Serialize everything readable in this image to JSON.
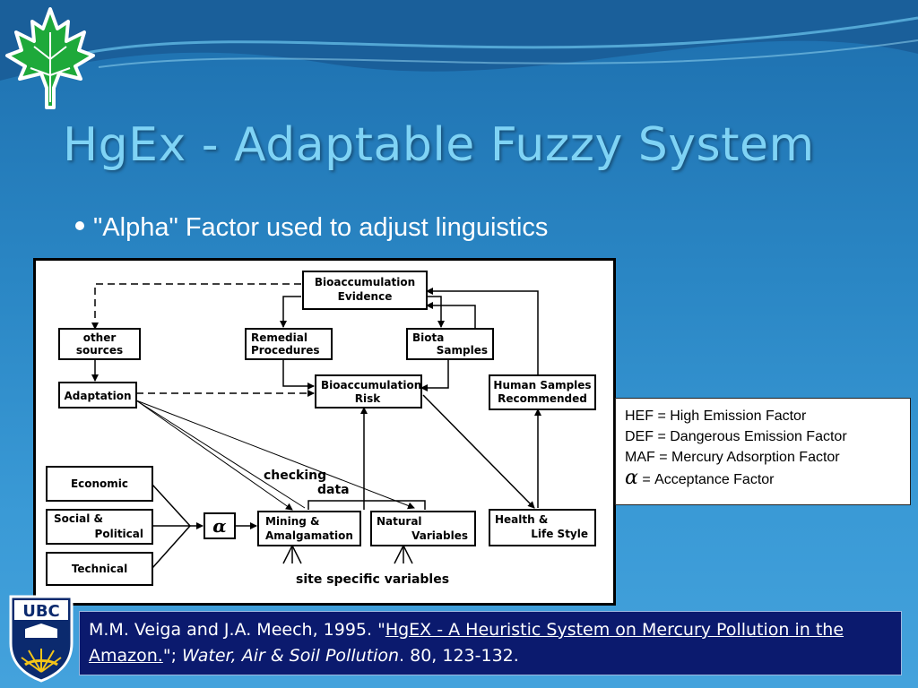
{
  "slide": {
    "title": "HgEx - Adaptable Fuzzy System",
    "bullet": "\"Alpha\" Factor used to adjust linguistics"
  },
  "diagram": {
    "boxes": {
      "bioaccumulation_evidence": [
        "Bioaccumulation",
        "Evidence"
      ],
      "other_sources": [
        "other",
        "sources"
      ],
      "remedial_procedures": [
        "Remedial",
        "Procedures"
      ],
      "biota_samples": [
        "Biota",
        "Samples"
      ],
      "adaptation": "Adaptation",
      "bioaccumulation_risk": [
        "Bioaccumulation",
        "Risk"
      ],
      "human_samples": [
        "Human Samples",
        "Recommended"
      ],
      "economic": "Economic",
      "social_political": [
        "Social  &",
        "Political"
      ],
      "technical": "Technical",
      "alpha": "α",
      "mining": [
        "Mining &",
        "Amalgamation"
      ],
      "natural_variables": [
        "Natural",
        "Variables"
      ],
      "health": [
        "Health &",
        "Life Style"
      ]
    },
    "labels": {
      "checking": "checking",
      "data": "data",
      "site_specific": "site specific variables"
    }
  },
  "legend": {
    "hef": "HEF = High Emission Factor",
    "def": "DEF = Dangerous Emission Factor",
    "maf": "MAF = Mercury Adsorption Factor",
    "alpha_symbol": "α",
    "acceptance": "= Acceptance Factor"
  },
  "citation": {
    "authors": "M.M. Veiga and J.A. Meech, 1995. \"",
    "link_text": "HgEX - A Heuristic System on Mercury Pollution in the Amazon.",
    "after_link": "\"; ",
    "journal": "Water, Air & Soil Pollution",
    "tail": ". 80, 123-132."
  },
  "logo": {
    "ubc_text": "UBC"
  },
  "colors": {
    "title": "#7fd3f5",
    "citation_bg": "#0b1a6e",
    "background": "#2a86c4",
    "leaf": "#1ea93a"
  }
}
